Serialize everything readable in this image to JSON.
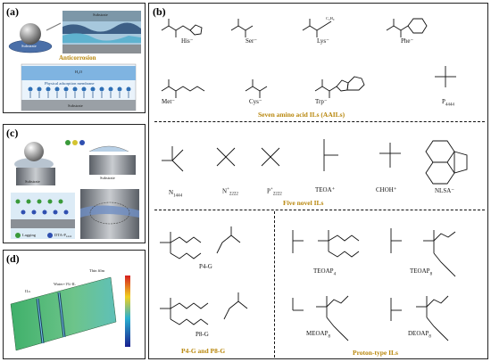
{
  "panels": {
    "a": {
      "label": "(a)",
      "top_label": "Substrate",
      "left_label": "Substrate",
      "anticorrosion": "Anticorrosion",
      "h2o": "H₂O",
      "physical": "Physical adsorption membrane",
      "bottom_substrate": "Substrate"
    },
    "b": {
      "label": "(b)"
    },
    "c": {
      "label": "(c)",
      "substrate_left": "Substrate",
      "substrate_right": "Substrate",
      "legend_1": "Lagging",
      "legend_2": "DTA-P₄₄₄₄"
    },
    "d": {
      "label": "(d)",
      "water_label": "Water+1%-IL",
      "thin_film": "Thin film",
      "ils": "ILs"
    }
  },
  "aails": {
    "his": "His⁻",
    "ser": "Ser⁻",
    "lys": "Lys⁻",
    "phe": "Phe⁻",
    "met": "Met⁻",
    "cys": "Cys⁻",
    "trp": "Trp⁻",
    "p4444": "P",
    "p4444_sub": "4444",
    "section": "Seven amino acid ILs (AAILs)",
    "c4h9": "C₄H₉"
  },
  "novel": {
    "n1444": "N",
    "n1444_sub": "1444",
    "n2222": "N",
    "n2222_sup": "+",
    "n2222_sub": "2222",
    "p2222": "P",
    "p2222_sup": "+",
    "p2222_sub": "2222",
    "teoa": "TEOA⁺",
    "choh": "CHOH⁺",
    "nlsa": "NLSA⁻",
    "section": "Five novel ILs"
  },
  "pg": {
    "p4g": "P4-G",
    "p8g": "P8-G",
    "section": "P4-G and P8-G"
  },
  "proton": {
    "teoap4": "TEOAP",
    "teoap4_sub": "4",
    "teoap8": "TEOAP",
    "teoap8_sub": "8",
    "meoap8": "MEOAP",
    "meoap8_sub": "8",
    "deoap8": "DEOAP",
    "deoap8_sub": "8",
    "section": "Proton-type ILs"
  }
}
